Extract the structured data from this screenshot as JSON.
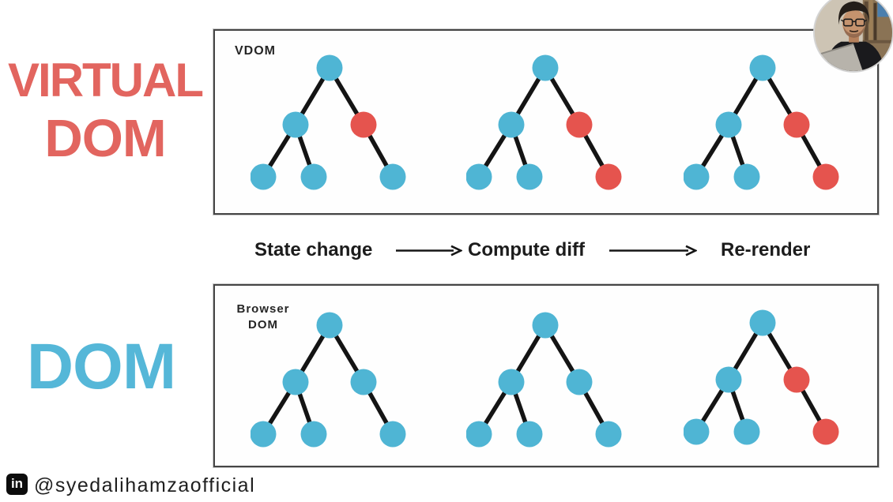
{
  "left_labels": {
    "virtual_dom": {
      "line1": "VIRTUAL",
      "line2": "DOM",
      "color": "#e2655f"
    },
    "dom": {
      "text": "DOM",
      "color": "#55b7d8"
    }
  },
  "colors": {
    "node_blue": "#4fb5d4",
    "node_red": "#e5544e",
    "edge": "#141414",
    "panel_border": "#454545"
  },
  "vdom_panel": {
    "label": "VDOM",
    "trees": [
      [
        "blue",
        "blue",
        "red",
        "blue",
        "blue",
        "blue"
      ],
      [
        "blue",
        "blue",
        "red",
        "blue",
        "blue",
        "red"
      ],
      [
        "blue",
        "blue",
        "red",
        "blue",
        "blue",
        "red"
      ]
    ]
  },
  "process_row": {
    "steps": [
      "State change",
      "Compute diff",
      "Re-render"
    ]
  },
  "browser_panel": {
    "label_line1": "Browser",
    "label_line2": "DOM",
    "trees": [
      [
        "blue",
        "blue",
        "blue",
        "blue",
        "blue",
        "blue"
      ],
      [
        "blue",
        "blue",
        "blue",
        "blue",
        "blue",
        "blue"
      ],
      [
        "blue",
        "blue",
        "red",
        "blue",
        "blue",
        "red"
      ]
    ]
  },
  "footer": {
    "linkedin_icon": "in",
    "handle": "@syedalihamzaofficial"
  }
}
